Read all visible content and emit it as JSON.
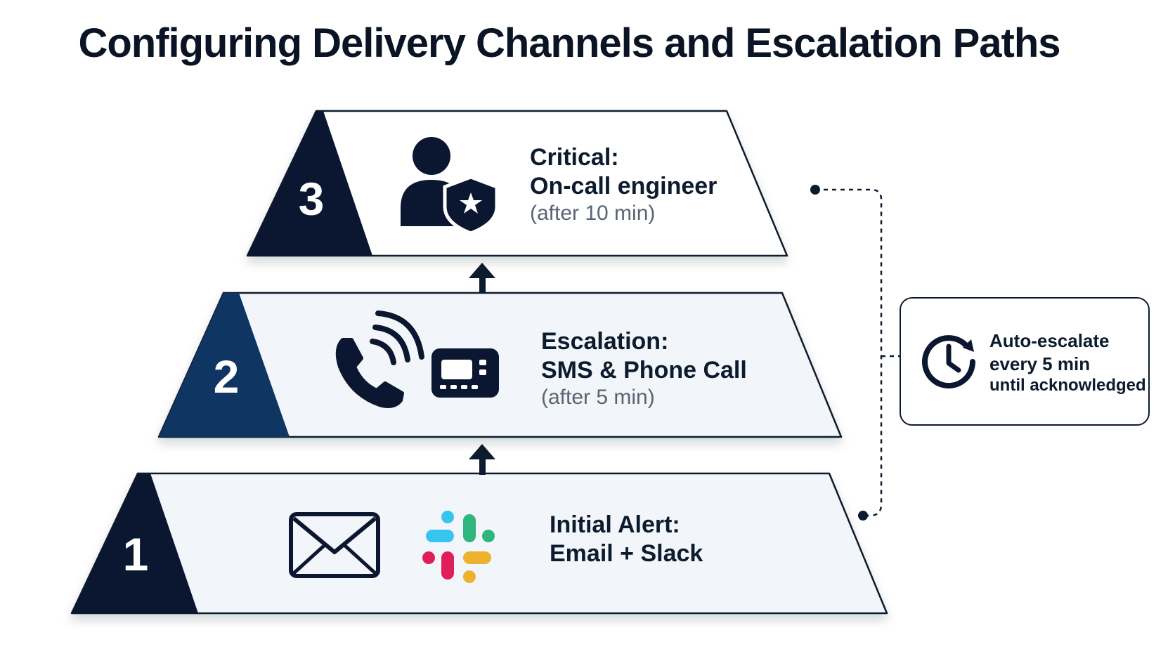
{
  "title": "Configuring Delivery Channels and Escalation Paths",
  "tiers": [
    {
      "number": "1",
      "heading": "Initial Alert:",
      "channels": "Email + Slack",
      "icons": [
        "envelope-icon",
        "slack-icon"
      ]
    },
    {
      "number": "2",
      "heading": "Escalation:",
      "channels": "SMS & Phone Call",
      "delay": "(after 5 min)",
      "icons": [
        "phone-icon",
        "pager-icon"
      ]
    },
    {
      "number": "3",
      "heading": "Critical:",
      "channels": "On-call engineer",
      "delay": "(after 10 min)",
      "icons": [
        "user-shield-icon"
      ]
    }
  ],
  "auto_escalate": {
    "line1": "Auto-escalate",
    "line2": "every 5 min",
    "line3": "until acknowledged",
    "icon": "clock-icon"
  },
  "colors": {
    "navy_dark": "#0d1b2e",
    "navy_mid": "#0f3563",
    "panel": "#f2f5fa",
    "slack_blue": "#36c5f0",
    "slack_green": "#2eb67d",
    "slack_yellow": "#ecb22e",
    "slack_red": "#e01e5a"
  }
}
